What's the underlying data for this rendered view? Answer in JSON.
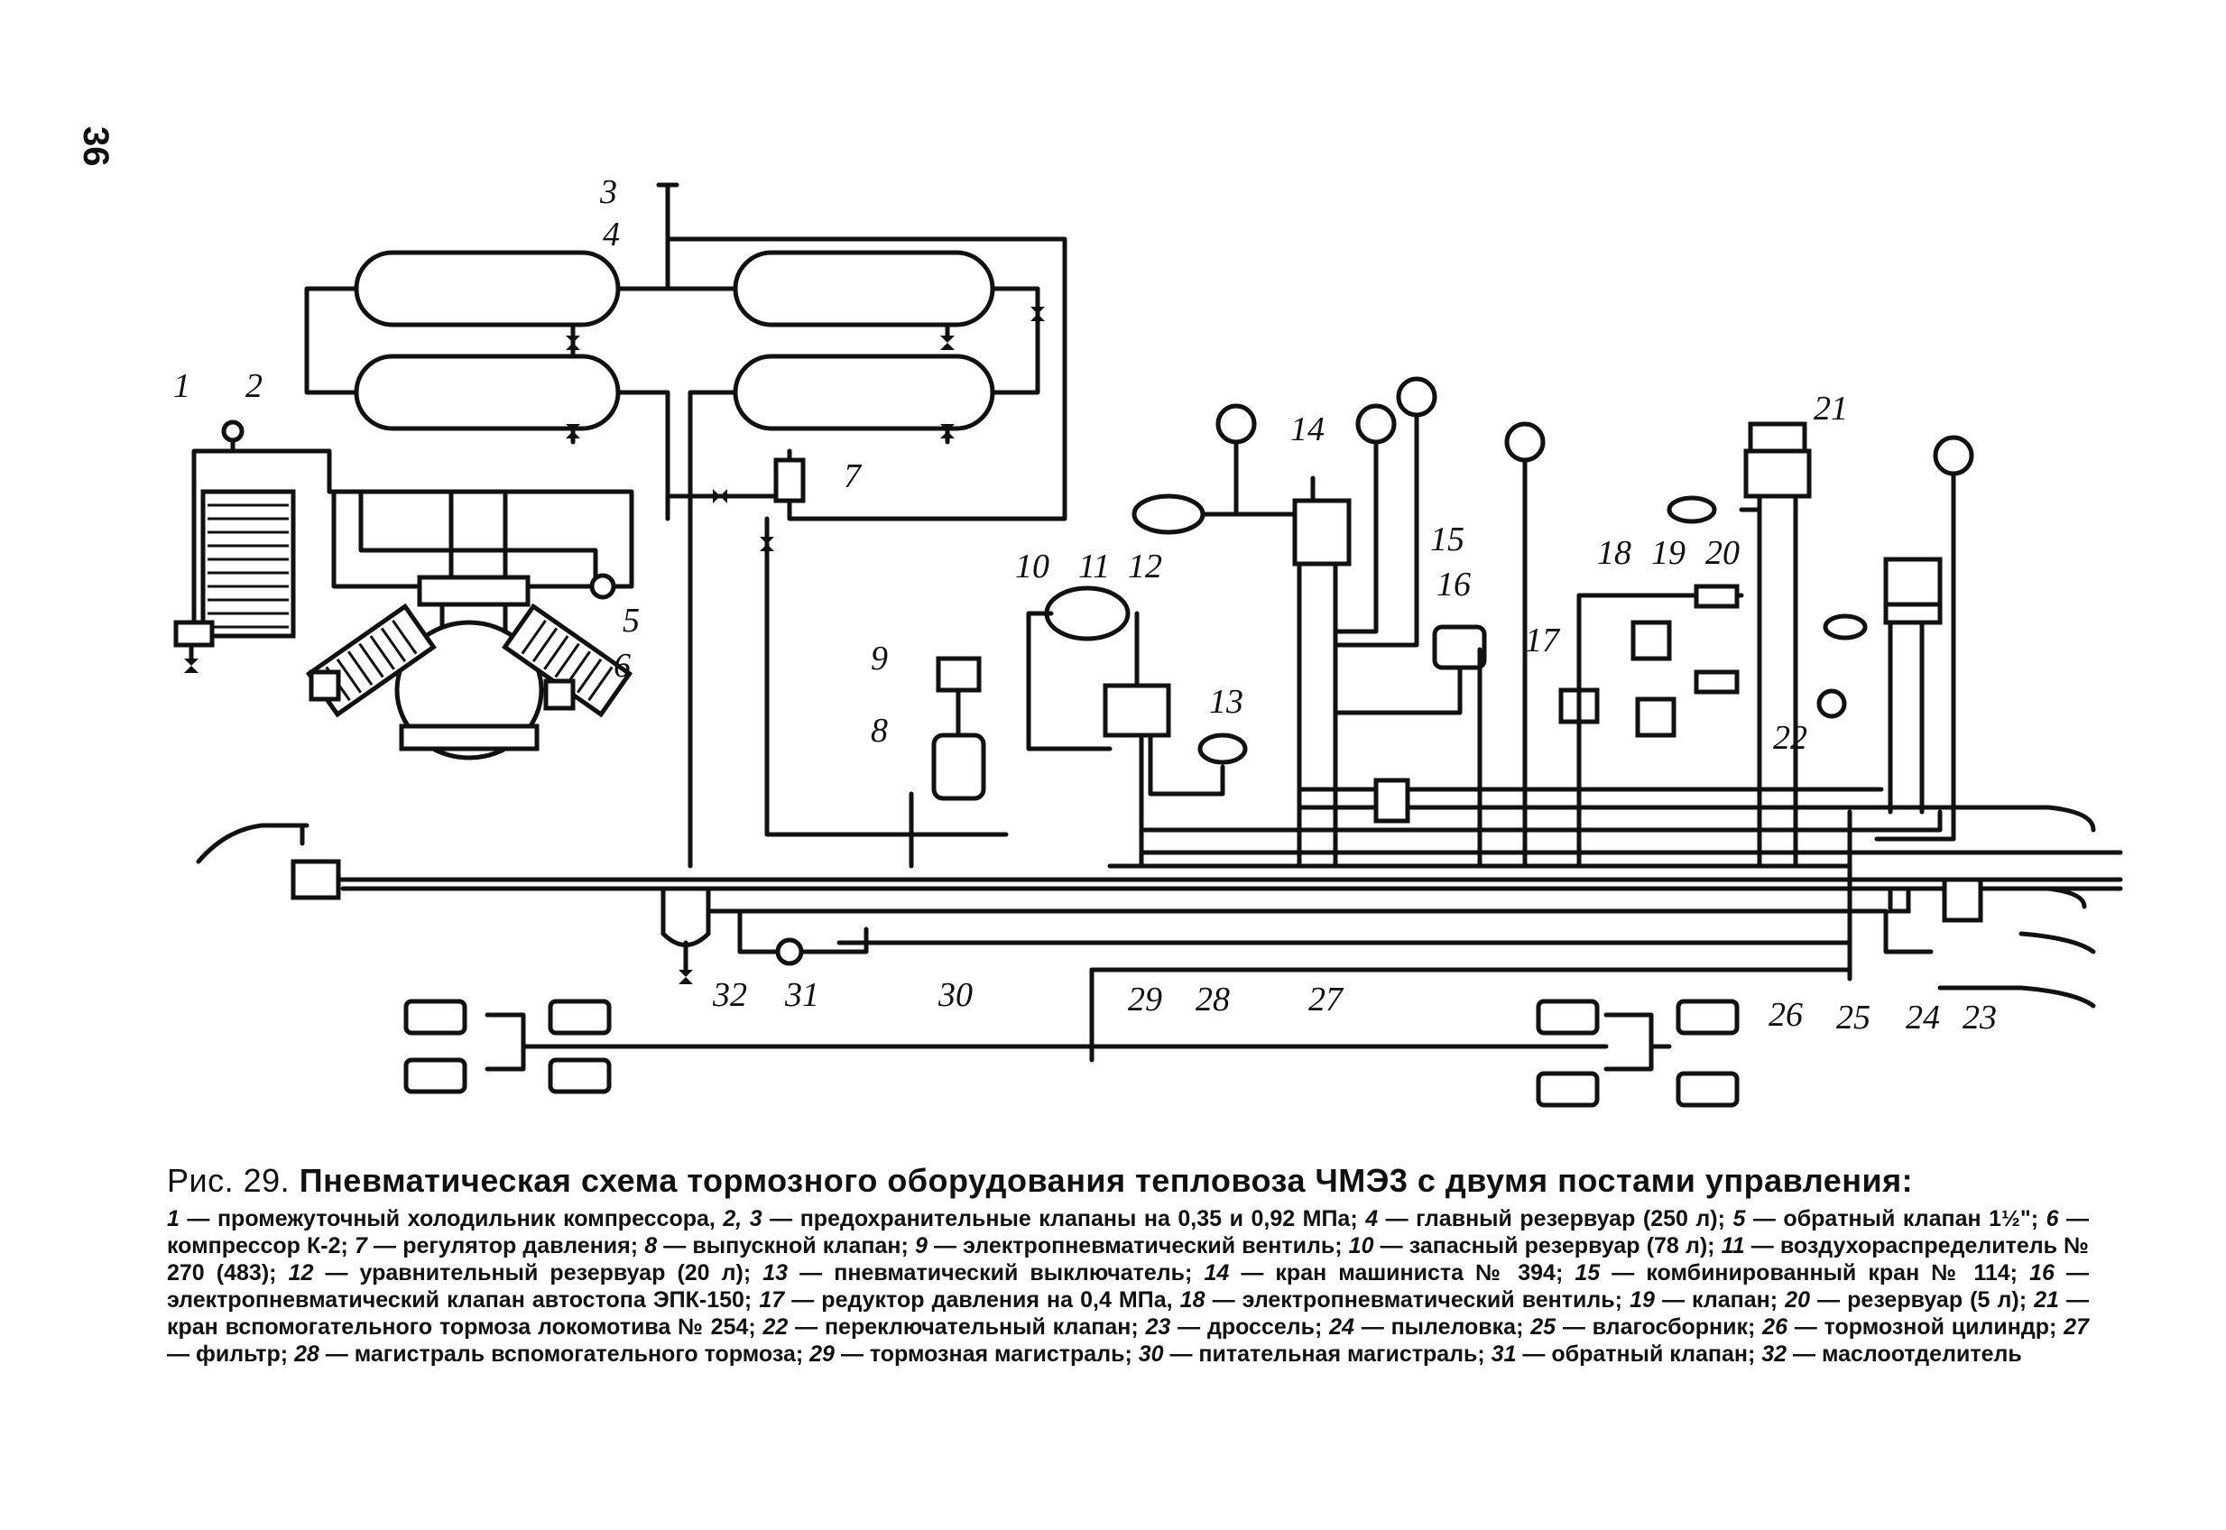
{
  "page_number": "36",
  "diagram": {
    "callouts": [
      "1",
      "2",
      "3",
      "4",
      "5",
      "6",
      "7",
      "8",
      "9",
      "10",
      "11",
      "12",
      "13",
      "14",
      "15",
      "16",
      "17",
      "18",
      "19",
      "20",
      "21",
      "22",
      "23",
      "24",
      "25",
      "26",
      "27",
      "28",
      "29",
      "30",
      "31",
      "32"
    ]
  },
  "caption": {
    "figure_number": "Рис. 29.",
    "title": "Пневматическая схема тормозного оборудования тепловоза ЧМЭ3 с двумя постами управления:",
    "legend": [
      {
        "num": "1",
        "text": "промежуточный холодильник компрессора,"
      },
      {
        "num": "2, 3",
        "text": "предохранительные клапаны на 0,35 и 0,92 МПа;"
      },
      {
        "num": "4",
        "text": "главный резервуар (250 л);"
      },
      {
        "num": "5",
        "text": "обратный клапан 1½\";"
      },
      {
        "num": "6",
        "text": "компрессор К-2;"
      },
      {
        "num": "7",
        "text": "регулятор давления;"
      },
      {
        "num": "8",
        "text": "выпускной клапан;"
      },
      {
        "num": "9",
        "text": "электропневматический вентиль;"
      },
      {
        "num": "10",
        "text": "запасный резервуар (78 л);"
      },
      {
        "num": "11",
        "text": "воздухораспределитель № 270 (483);"
      },
      {
        "num": "12",
        "text": "уравнительный резервуар (20 л);"
      },
      {
        "num": "13",
        "text": "пневматический выключатель;"
      },
      {
        "num": "14",
        "text": "кран машиниста № 394;"
      },
      {
        "num": "15",
        "text": "комбинированный кран № 114;"
      },
      {
        "num": "16",
        "text": "электропневматический клапан автостопа ЭПК-150;"
      },
      {
        "num": "17",
        "text": "редуктор давления на 0,4 МПа,"
      },
      {
        "num": "18",
        "text": "электропневматический вентиль;"
      },
      {
        "num": "19",
        "text": "клапан;"
      },
      {
        "num": "20",
        "text": "резервуар (5 л);"
      },
      {
        "num": "21",
        "text": "кран вспомогательного тормоза локомотива № 254;"
      },
      {
        "num": "22",
        "text": "переключательный клапан;"
      },
      {
        "num": "23",
        "text": "дроссель;"
      },
      {
        "num": "24",
        "text": "пылеловка;"
      },
      {
        "num": "25",
        "text": "влагосборник;"
      },
      {
        "num": "26",
        "text": "тормозной цилиндр;"
      },
      {
        "num": "27",
        "text": "фильтр;"
      },
      {
        "num": "28",
        "text": "магистраль вспомогательного тормоза;"
      },
      {
        "num": "29",
        "text": "тормозная магистраль;"
      },
      {
        "num": "30",
        "text": "питательная магистраль;"
      },
      {
        "num": "31",
        "text": "обратный клапан;"
      },
      {
        "num": "32",
        "text": "маслоотделитель"
      }
    ]
  }
}
